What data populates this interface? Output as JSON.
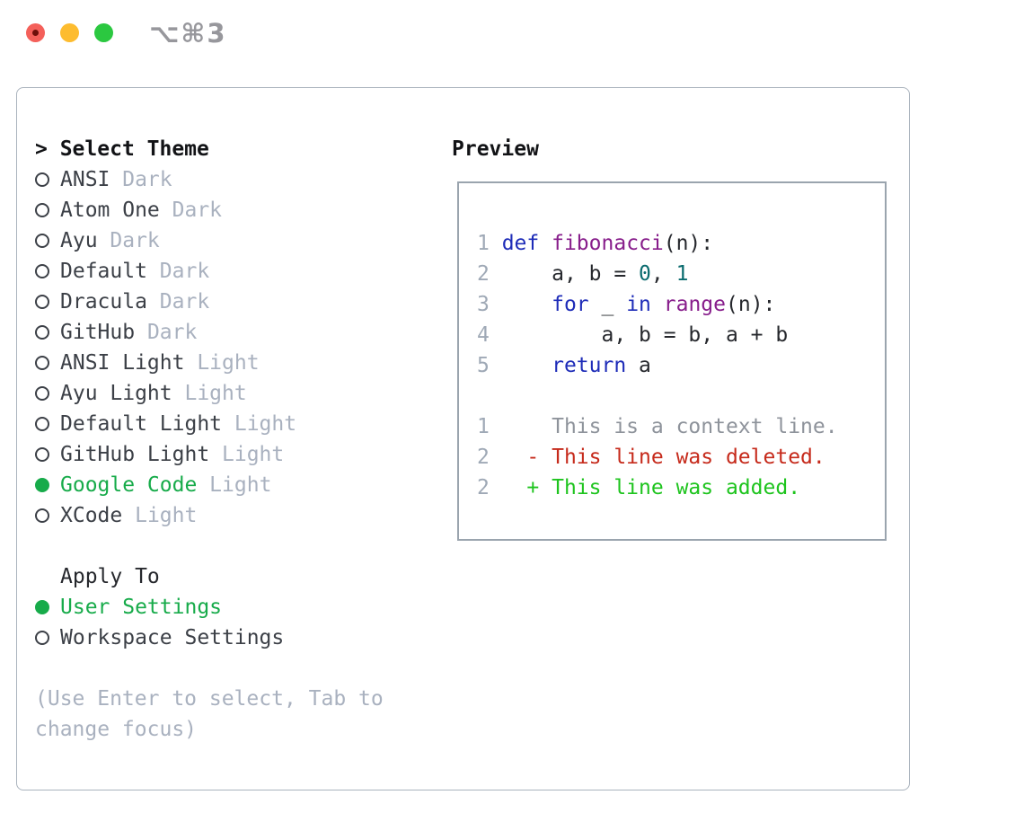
{
  "window": {
    "title": "⌥⌘3",
    "traffic_lights": [
      "close",
      "minimize",
      "zoom"
    ]
  },
  "picker": {
    "header_prefix": "> ",
    "header": "Select Theme",
    "radio_unselected": "circle-outline",
    "radio_selected": "circle-filled",
    "items": [
      {
        "name": "ANSI",
        "variant": " Dark",
        "selected": false
      },
      {
        "name": "Atom One",
        "variant": " Dark",
        "selected": false
      },
      {
        "name": "Ayu",
        "variant": " Dark",
        "selected": false
      },
      {
        "name": "Default",
        "variant": " Dark",
        "selected": false
      },
      {
        "name": "Dracula",
        "variant": " Dark",
        "selected": false
      },
      {
        "name": "GitHub",
        "variant": " Dark",
        "selected": false
      },
      {
        "name": "ANSI Light",
        "variant": " Light",
        "selected": false
      },
      {
        "name": "Ayu Light",
        "variant": " Light",
        "selected": false
      },
      {
        "name": "Default Light",
        "variant": " Light",
        "selected": false
      },
      {
        "name": "GitHub Light",
        "variant": " Light",
        "selected": false
      },
      {
        "name": "Google Code",
        "variant": " Light",
        "selected": true
      },
      {
        "name": "XCode",
        "variant": " Light",
        "selected": false
      }
    ],
    "apply_to": {
      "header": "Apply To",
      "options": [
        {
          "label": "User Settings",
          "selected": true
        },
        {
          "label": "Workspace Settings",
          "selected": false
        }
      ]
    },
    "help_lines": [
      "(Use Enter to select, Tab to",
      "change focus)"
    ]
  },
  "preview": {
    "title": "Preview",
    "lines": [
      {
        "num": "1",
        "tokens": [
          {
            "text": "def",
            "type": "keyword"
          },
          {
            "text": " ",
            "type": "plain"
          },
          {
            "text": "fibonacci",
            "type": "title"
          },
          {
            "text": "(n):",
            "type": "plain"
          }
        ]
      },
      {
        "num": "2",
        "tokens": [
          {
            "text": "    a, b = ",
            "type": "plain"
          },
          {
            "text": "0",
            "type": "number"
          },
          {
            "text": ", ",
            "type": "plain"
          },
          {
            "text": "1",
            "type": "number"
          }
        ]
      },
      {
        "num": "3",
        "tokens": [
          {
            "text": "    ",
            "type": "plain"
          },
          {
            "text": "for",
            "type": "keyword"
          },
          {
            "text": " _ ",
            "type": "plain"
          },
          {
            "text": "in",
            "type": "keyword"
          },
          {
            "text": " ",
            "type": "plain"
          },
          {
            "text": "range",
            "type": "title"
          },
          {
            "text": "(n):",
            "type": "plain"
          }
        ]
      },
      {
        "num": "4",
        "tokens": [
          {
            "text": "        a, b = b, a + b",
            "type": "plain"
          }
        ]
      },
      {
        "num": "5",
        "tokens": [
          {
            "text": "    ",
            "type": "plain"
          },
          {
            "text": "return",
            "type": "keyword"
          },
          {
            "text": " a",
            "type": "plain"
          }
        ]
      },
      {
        "blank": true
      },
      {
        "num": "1",
        "tokens": [
          {
            "text": "    This is a context line.",
            "type": "context"
          }
        ]
      },
      {
        "num": "2",
        "tokens": [
          {
            "text": "  - This line was deleted.",
            "type": "deleted"
          }
        ]
      },
      {
        "num": "2",
        "tokens": [
          {
            "text": "  + This line was added.",
            "type": "added"
          }
        ]
      }
    ]
  },
  "colors": {
    "accent_green": "#17ab4a",
    "diff_added": "#1ec41e",
    "diff_deleted": "#c62a1b",
    "diff_context": "#8e939b",
    "syntax_keyword": "#1e2cb8",
    "syntax_title": "#871d8b",
    "syntax_number": "#0a6b6e",
    "line_number": "#9fa9b6",
    "muted_text": "#a9b1bf",
    "item_text": "#3c4047",
    "traffic_close": "#f4605a",
    "traffic_minimize": "#fdbc2f",
    "traffic_zoom": "#2bc840"
  }
}
